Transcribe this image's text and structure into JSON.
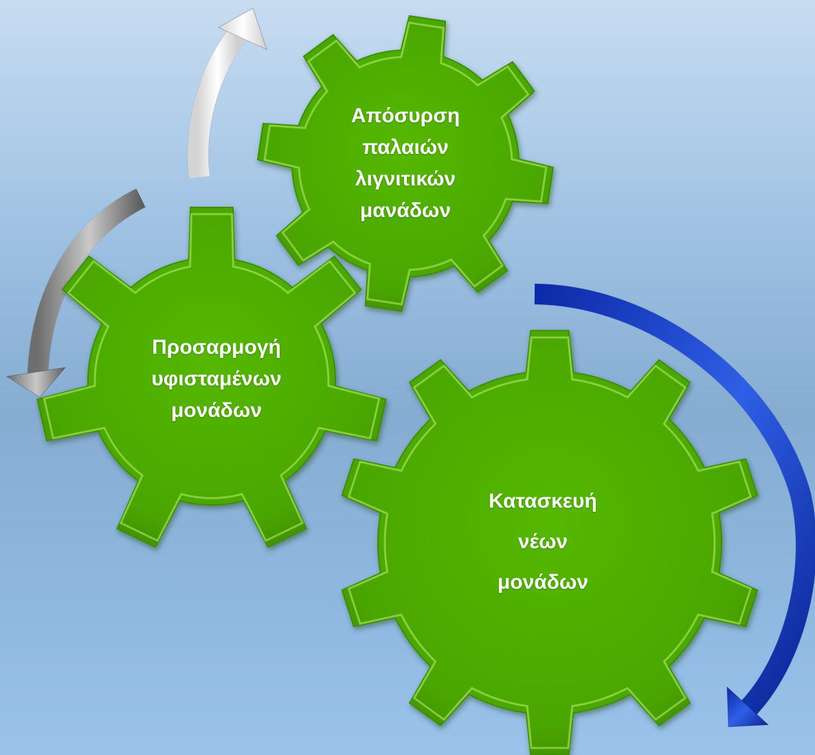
{
  "diagram": {
    "gears": [
      {
        "id": "gear-top",
        "lines": [
          "Απόσυρση",
          "παλαιών",
          "λιγνιτικών",
          "μανάδων"
        ]
      },
      {
        "id": "gear-left",
        "lines": [
          "Προσαρμογή",
          "υφισταμένων",
          "μονάδων"
        ]
      },
      {
        "id": "gear-big",
        "lines": [
          "Κατασκευή",
          "νέων",
          "μονάδων"
        ]
      }
    ],
    "arrows": [
      {
        "id": "arrow-white",
        "color": "#f4f4f4"
      },
      {
        "id": "arrow-gray",
        "color": "#8c8c8c"
      },
      {
        "id": "arrow-blue",
        "color": "#1133b8"
      }
    ],
    "colors": {
      "gear_fill": "#4caa00",
      "gear_fill_dark": "#3e8f00",
      "gear_highlight": "#b8f06a"
    }
  }
}
